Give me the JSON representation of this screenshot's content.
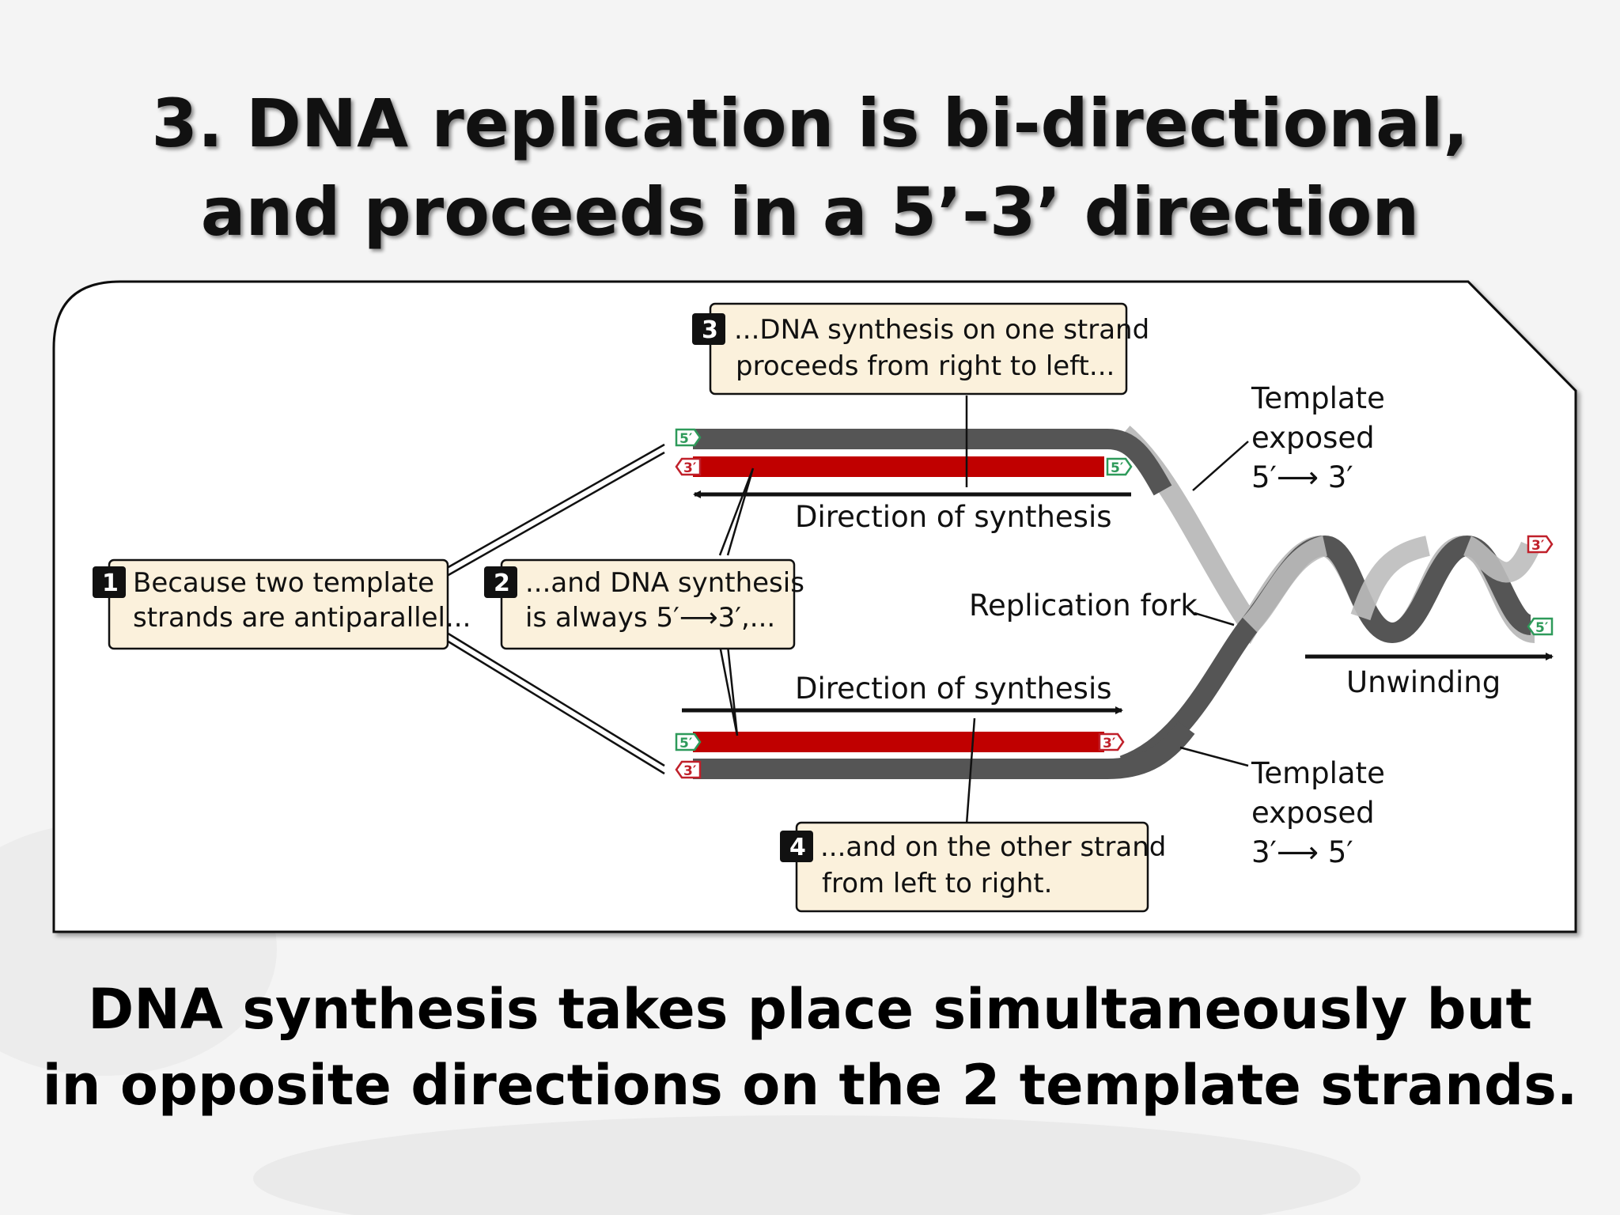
{
  "title": {
    "line1": "3. DNA replication is bi-directional,",
    "line2": "and proceeds in a 5’-3’ direction"
  },
  "diagram": {
    "callouts": [
      {
        "number": "1",
        "line1": "Because two template",
        "line2": "strands are antiparallel..."
      },
      {
        "number": "2",
        "line1": "...and DNA synthesis",
        "line2": "is always 5′⟶3′,..."
      },
      {
        "number": "3",
        "line1": "...DNA synthesis on one strand",
        "line2": "proceeds from right to left..."
      },
      {
        "number": "4",
        "line1": "...and on the other strand",
        "line2": "from left to right."
      }
    ],
    "labels": {
      "direction_top": "Direction of synthesis",
      "direction_bottom": "Direction of synthesis",
      "replication_fork": "Replication fork",
      "unwinding": "Unwinding",
      "template_top": [
        "Template",
        "exposed",
        "5′⟶ 3′"
      ],
      "template_bottom": [
        "Template",
        "exposed",
        "3′⟶ 5′"
      ]
    },
    "end_tags": {
      "top_grey_left": "5′",
      "top_red_left": "3′",
      "top_red_right": "5′",
      "bottom_red_left": "5′",
      "bottom_grey_left": "3′",
      "bottom_red_right": "3′",
      "helix_top_right": "3′",
      "helix_bottom_right": "5′"
    },
    "colors": {
      "template_strand": "#555555",
      "new_strand": "#c00000",
      "light_strand": "#bdbdbd",
      "callout_fill": "#fbf1dc",
      "tag_green": "#2e9a5a",
      "tag_red": "#c0202a"
    }
  },
  "caption": {
    "line1": "DNA synthesis takes place simultaneously but",
    "line2": "in opposite directions on the 2 template strands."
  }
}
